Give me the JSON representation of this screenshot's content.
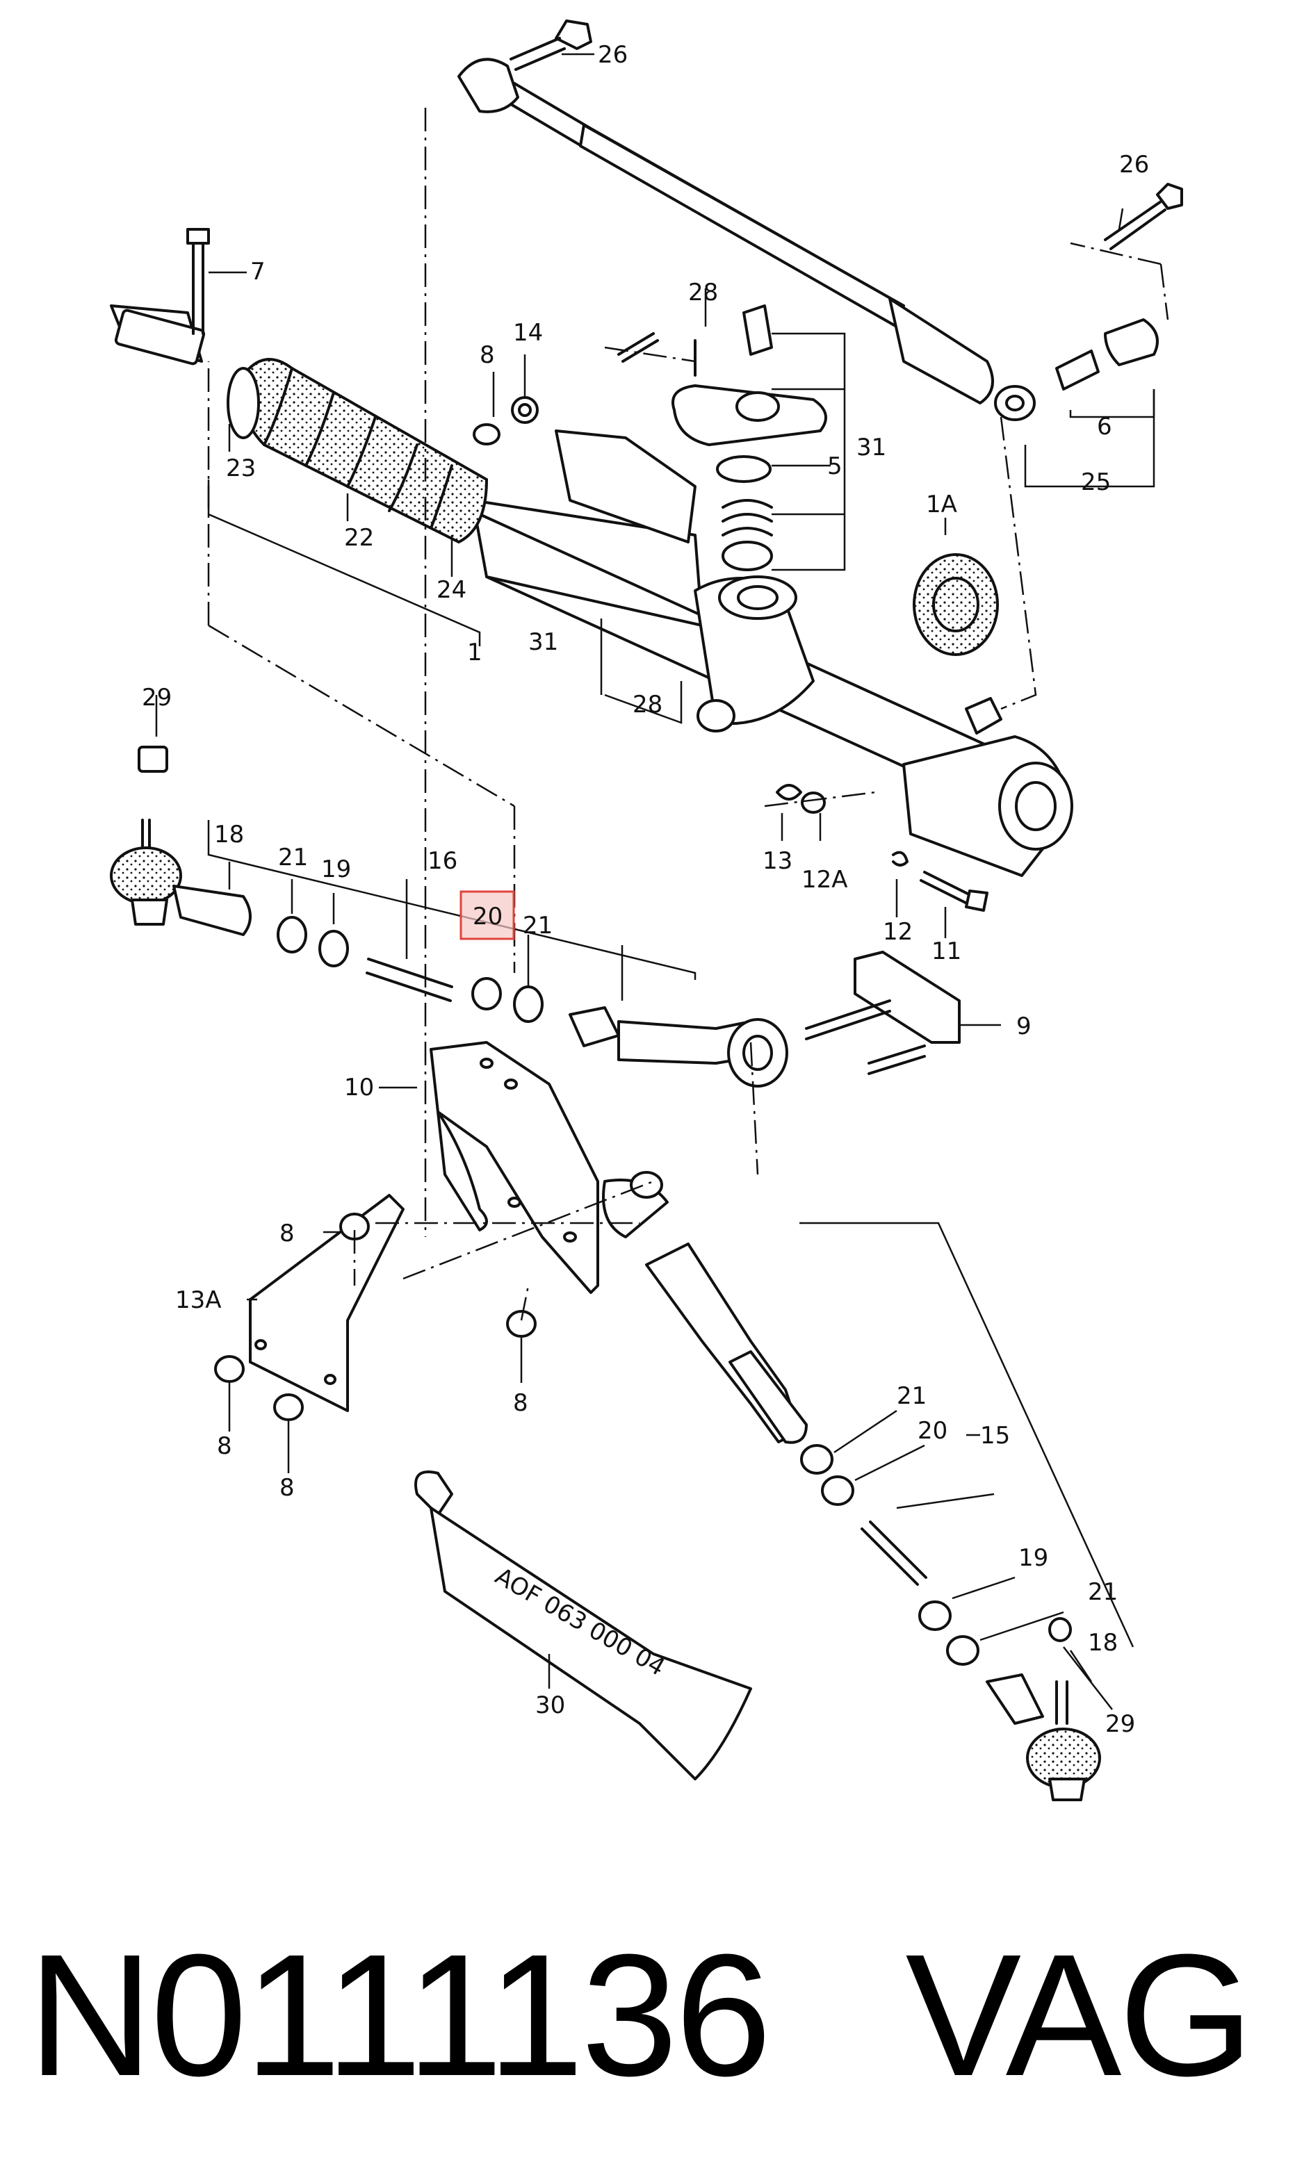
{
  "highlight": {
    "color": "#e0443c",
    "fill": "#f7c9c6"
  },
  "callouts": {
    "c26a": "26",
    "c26b": "26",
    "c7": "7",
    "c28a": "28",
    "c14": "14",
    "c8a": "8",
    "c31a": "31",
    "c5": "5",
    "c1A": "1A",
    "c6": "6",
    "c25": "25",
    "c23": "23",
    "c22": "22",
    "c24": "24",
    "c1": "1",
    "c31b": "31",
    "c28b": "28",
    "c29a": "29",
    "c18a": "18",
    "c21a": "21",
    "c19a": "19",
    "c16": "16",
    "c20a": "20",
    "c21b": "21",
    "c13": "13",
    "c12A": "12A",
    "c12": "12",
    "c11": "11",
    "c9": "9",
    "c10": "10",
    "c8b": "8",
    "c13A": "13A",
    "c8c": "8",
    "c8d": "8",
    "c8e": "8",
    "c21c": "21",
    "c20b": "20",
    "c15": "15",
    "c19b": "19",
    "c21d": "21",
    "c18b": "18",
    "c29b": "29",
    "c30": "30"
  },
  "tube_marking": "AOF 063 000 04",
  "footer": {
    "part_number": "N0111136",
    "brand": "VAG"
  }
}
